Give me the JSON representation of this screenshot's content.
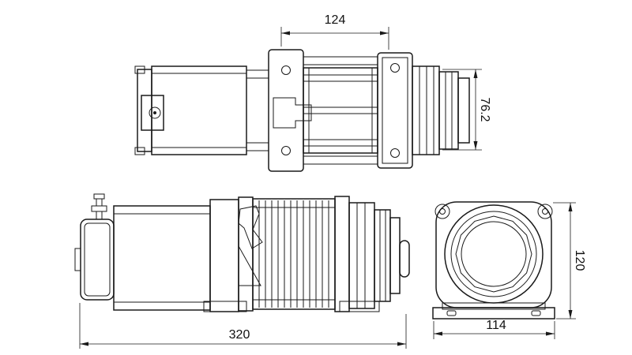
{
  "drawing": {
    "colors": {
      "line": "#1a1a1a",
      "background": "#ffffff"
    },
    "dims": {
      "top_width": "124",
      "drum_diameter": "76.2",
      "overall_length": "320",
      "base_width": "114",
      "housing_height": "120"
    }
  }
}
